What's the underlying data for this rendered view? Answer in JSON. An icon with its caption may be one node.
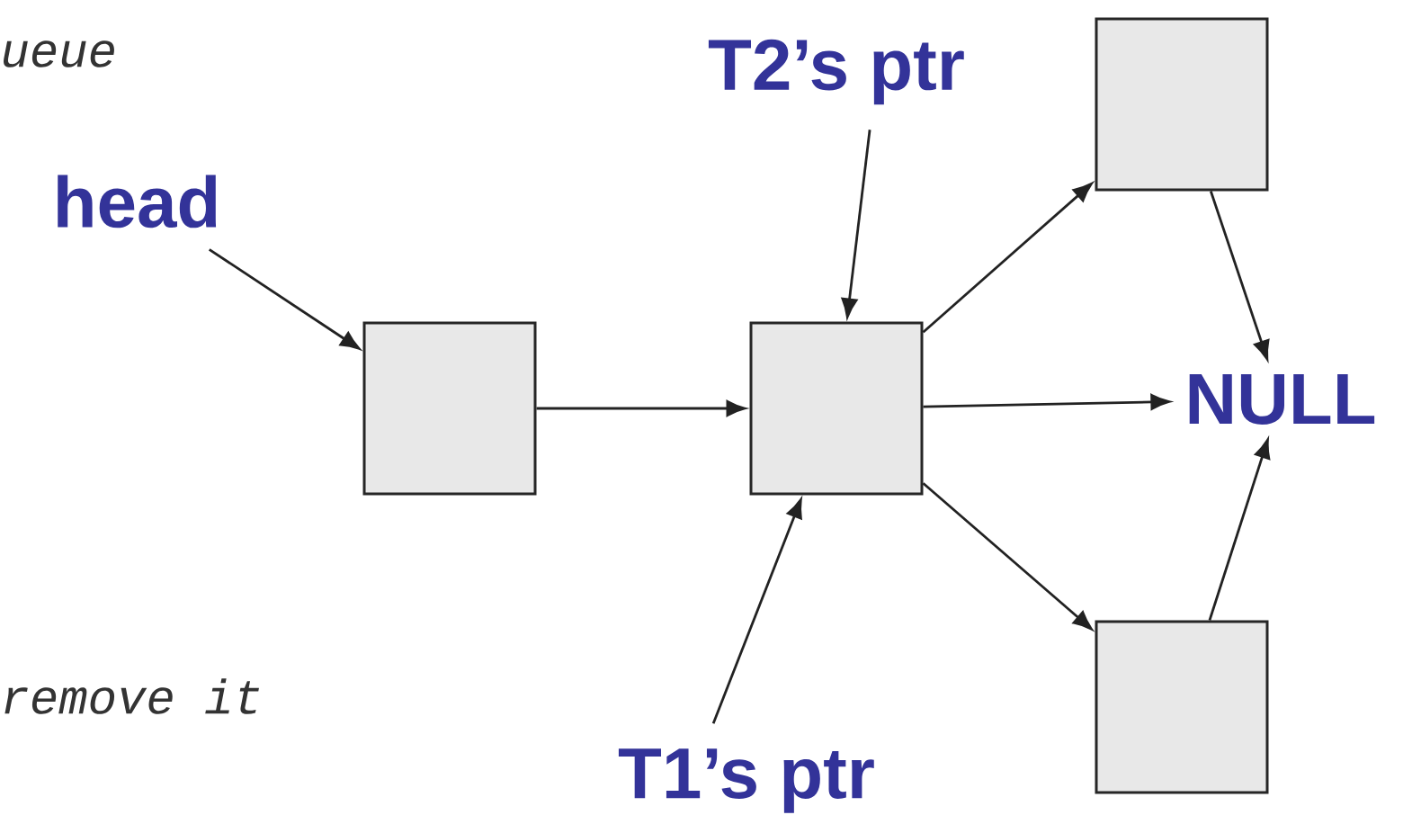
{
  "diagram": {
    "nodes": [
      {
        "text": [
          "head"
        ]
      },
      {
        "text": [
          "T2’s ptr"
        ]
      },
      {
        "text": [],
        "shape": "box"
      },
      {
        "text": [],
        "shape": "box"
      },
      {
        "text": [],
        "shape": "box"
      },
      {
        "text": [
          "NULL"
        ]
      },
      {
        "text": [],
        "shape": "box"
      },
      {
        "text": [
          "T1’s ptr"
        ]
      }
    ],
    "edges": [
      {
        "from": 0,
        "to": 2,
        "arrow": "to"
      },
      {
        "from": 1,
        "to": 3,
        "arrow": "to"
      },
      {
        "from": 2,
        "to": 3,
        "arrow": "to"
      },
      {
        "from": 3,
        "to": 4,
        "arrow": "to"
      },
      {
        "from": 3,
        "to": 5,
        "arrow": "to"
      },
      {
        "from": 3,
        "to": 6,
        "arrow": "to"
      },
      {
        "from": 4,
        "to": 5,
        "arrow": "to"
      },
      {
        "from": 6,
        "to": 5,
        "arrow": "to"
      },
      {
        "from": 7,
        "to": 3,
        "arrow": "to"
      }
    ],
    "labels": [
      "ueue",
      "remove it"
    ]
  }
}
